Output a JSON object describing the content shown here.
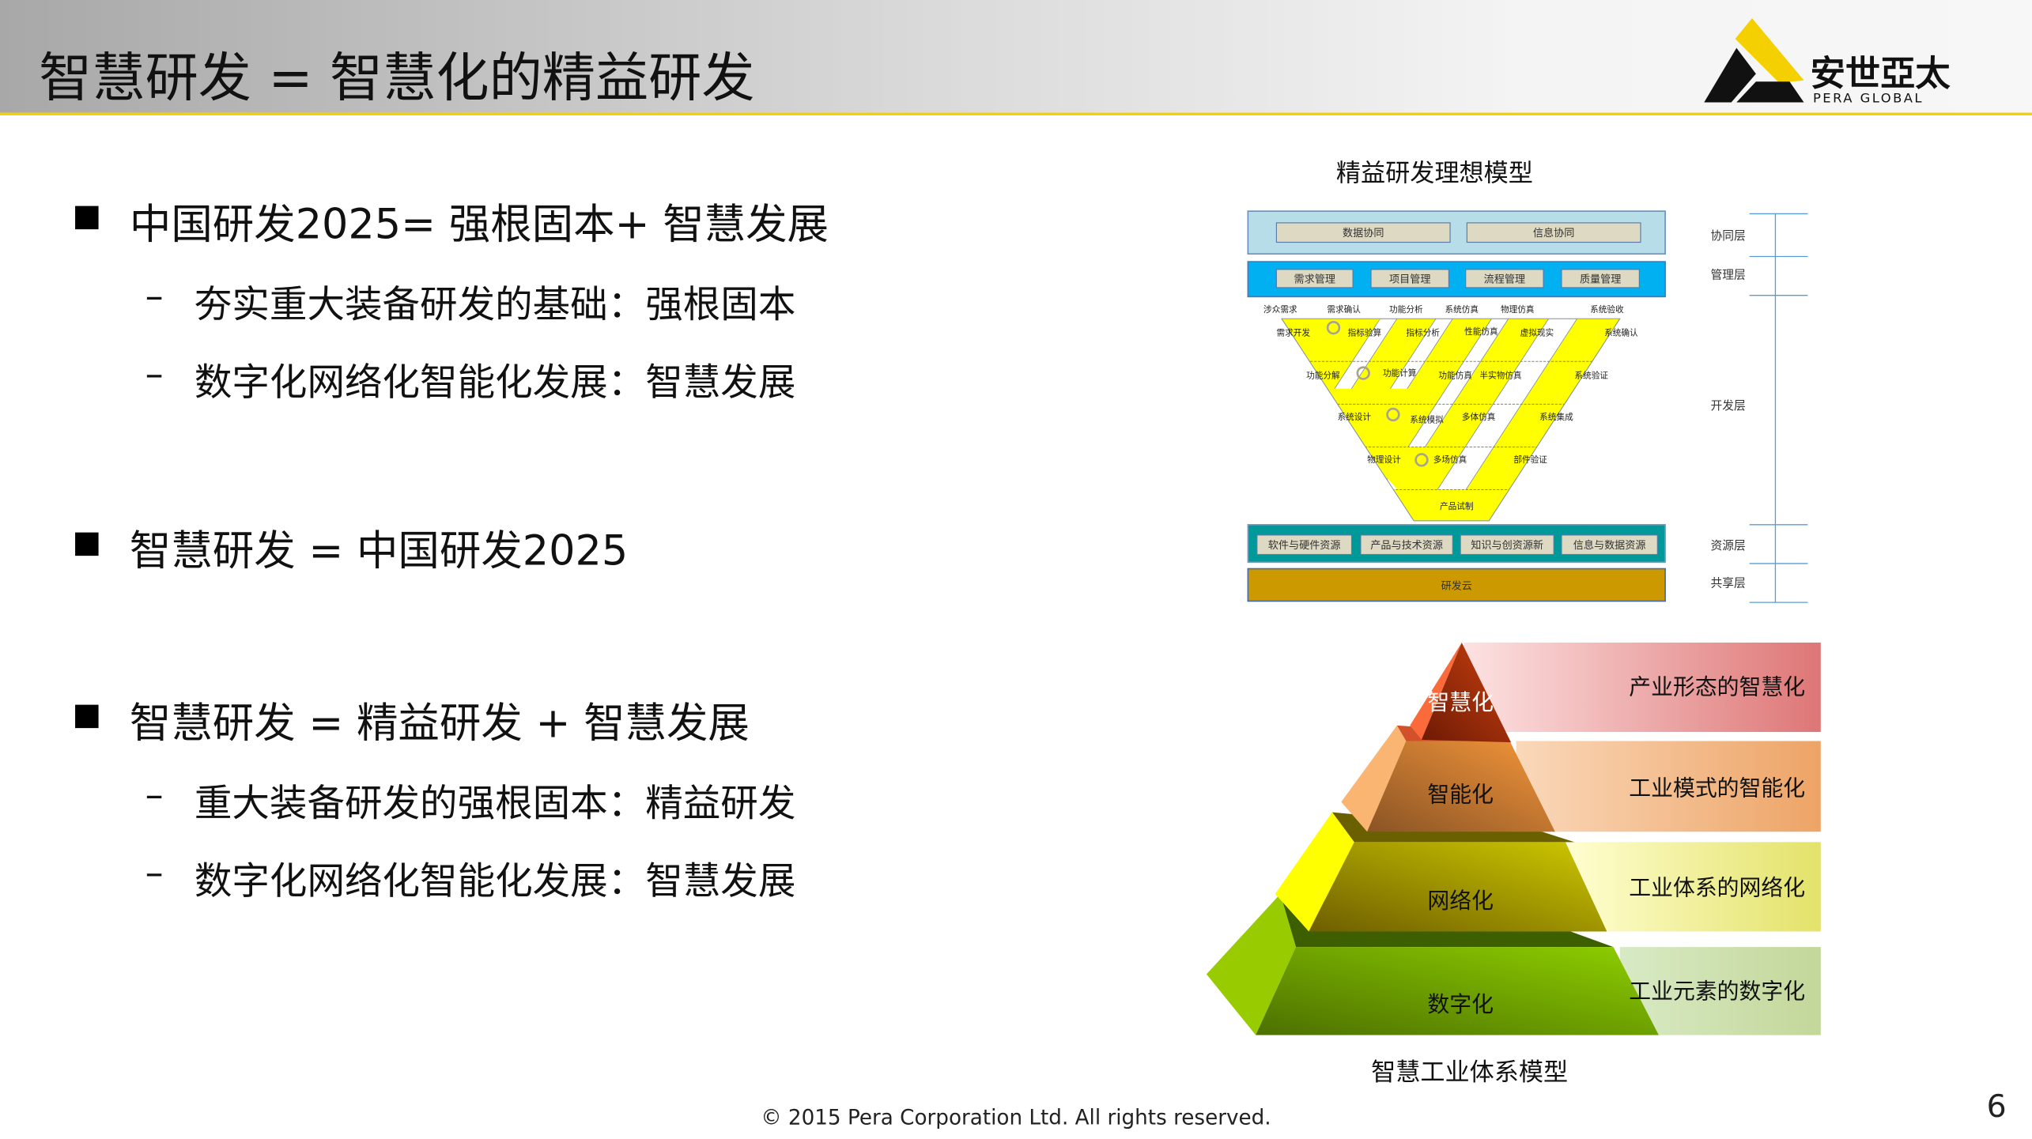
{
  "header": {
    "title": "智慧研发 = 智慧化的精益研发",
    "logo": {
      "cn": "安世亞太",
      "en": "PERA GLOBAL"
    },
    "accent_color": "#f2cf00"
  },
  "bullets": [
    {
      "text": "中国研发2025= 强根固本+ 智慧发展",
      "sub": [
        "夯实重大装备研发的基础：强根固本",
        "数字化网络化智能化发展：智慧发展"
      ]
    },
    {
      "text": "智慧研发 = 中国研发2025",
      "sub": []
    },
    {
      "text": "智慧研发 = 精益研发 + 智慧发展",
      "sub": [
        "重大装备研发的强根固本：精益研发",
        "数字化网络化智能化发展：智慧发展"
      ]
    }
  ],
  "sub_dash": "–",
  "vmodel": {
    "title": "精益研发理想模型",
    "collab": [
      "数据协同",
      "信息协同"
    ],
    "management": [
      "需求管理",
      "项目管理",
      "流程管理",
      "质量管理"
    ],
    "top_labels": [
      "涉众需求",
      "需求确认",
      "功能分析",
      "系统仿真",
      "物理仿真",
      "系统验收"
    ],
    "cells": [
      "需求开发",
      "指标验算",
      "指标分析",
      "性能仿真",
      "虚拟现实",
      "系统确认",
      "功能分解",
      "功能计算",
      "功能仿真",
      "半实物仿真",
      "系统验证",
      "系统设计",
      "系统模拟",
      "多体仿真",
      "系统集成",
      "物理设计",
      "多场仿真",
      "部件验证",
      "产品试制"
    ],
    "resources": [
      "软件与硬件资源",
      "产品与技术资源",
      "知识与创资源新",
      "信息与数据资源"
    ],
    "cloud": "研发云",
    "layers": [
      "协同层",
      "管理层",
      "开发层",
      "资源层",
      "共享层"
    ]
  },
  "pyramid": {
    "caption": "智慧工业体系模型",
    "tiers": [
      {
        "label": "智慧化",
        "desc": "产业形态的智慧化",
        "color": "#c0390f"
      },
      {
        "label": "智能化",
        "desc": "工业模式的智能化",
        "color": "#e38a35"
      },
      {
        "label": "网络化",
        "desc": "工业体系的网络化",
        "color": "#bdb500"
      },
      {
        "label": "数字化",
        "desc": "工业元素的数字化",
        "color": "#7fb800"
      }
    ]
  },
  "footer": {
    "copyright": "© 2015 Pera Corporation Ltd. All rights reserved.",
    "page": "6"
  }
}
